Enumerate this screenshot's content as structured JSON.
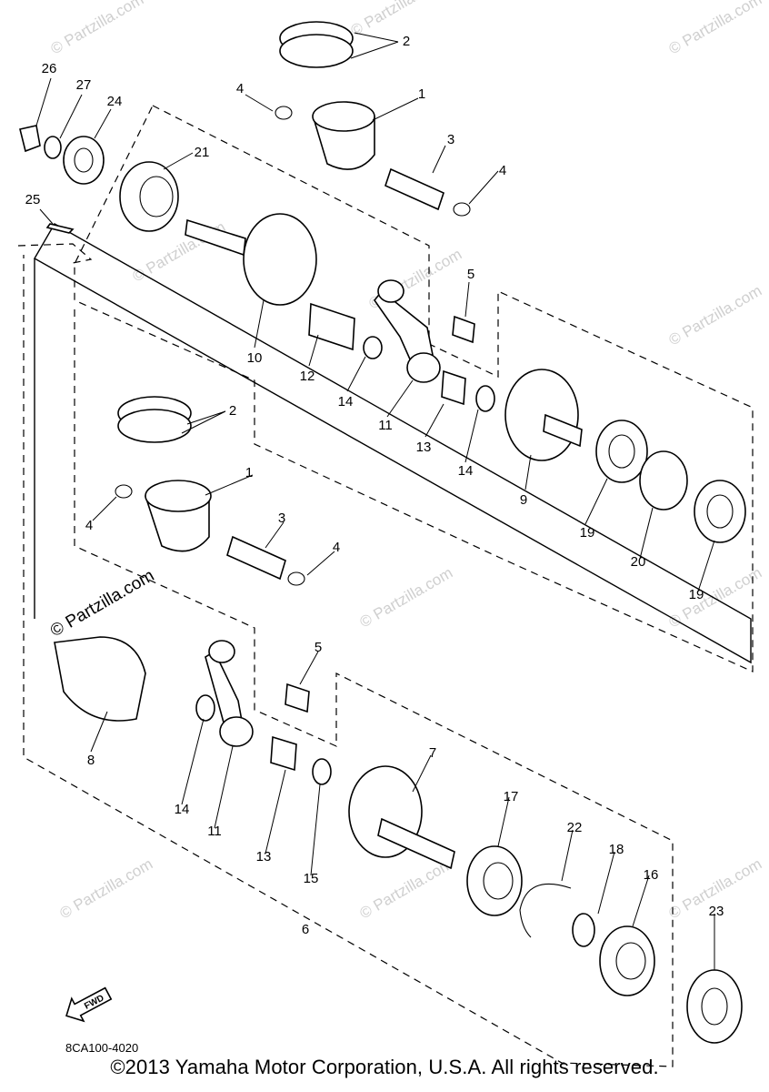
{
  "diagram": {
    "part_labels": [
      {
        "id": "p1a",
        "text": "1"
      },
      {
        "id": "p2a",
        "text": "2"
      },
      {
        "id": "p3a",
        "text": "3"
      },
      {
        "id": "p4a",
        "text": "4"
      },
      {
        "id": "p4b",
        "text": "4"
      },
      {
        "id": "p5a",
        "text": "5"
      },
      {
        "id": "p26",
        "text": "26"
      },
      {
        "id": "p27",
        "text": "27"
      },
      {
        "id": "p24",
        "text": "24"
      },
      {
        "id": "p21",
        "text": "21"
      },
      {
        "id": "p25",
        "text": "25"
      },
      {
        "id": "p10",
        "text": "10"
      },
      {
        "id": "p12",
        "text": "12"
      },
      {
        "id": "p14a",
        "text": "14"
      },
      {
        "id": "p11a",
        "text": "11"
      },
      {
        "id": "p13a",
        "text": "13"
      },
      {
        "id": "p14b",
        "text": "14"
      },
      {
        "id": "p9",
        "text": "9"
      },
      {
        "id": "p19a",
        "text": "19"
      },
      {
        "id": "p20",
        "text": "20"
      },
      {
        "id": "p19b",
        "text": "19"
      },
      {
        "id": "p2b",
        "text": "2"
      },
      {
        "id": "p1b",
        "text": "1"
      },
      {
        "id": "p4c",
        "text": "4"
      },
      {
        "id": "p3b",
        "text": "3"
      },
      {
        "id": "p4d",
        "text": "4"
      },
      {
        "id": "p5b",
        "text": "5"
      },
      {
        "id": "p8",
        "text": "8"
      },
      {
        "id": "p14c",
        "text": "14"
      },
      {
        "id": "p11b",
        "text": "11"
      },
      {
        "id": "p13b",
        "text": "13"
      },
      {
        "id": "p15",
        "text": "15"
      },
      {
        "id": "p7",
        "text": "7"
      },
      {
        "id": "p17",
        "text": "17"
      },
      {
        "id": "p22",
        "text": "22"
      },
      {
        "id": "p18",
        "text": "18"
      },
      {
        "id": "p16",
        "text": "16"
      },
      {
        "id": "p23",
        "text": "23"
      },
      {
        "id": "p6",
        "text": "6"
      }
    ],
    "fwd_label": "FWD",
    "drawing_code": "8CA100-4020",
    "watermark": "© Partzilla.com",
    "copyright": "©2013 Yamaha Motor Corporation, U.S.A. All rights reserved."
  }
}
